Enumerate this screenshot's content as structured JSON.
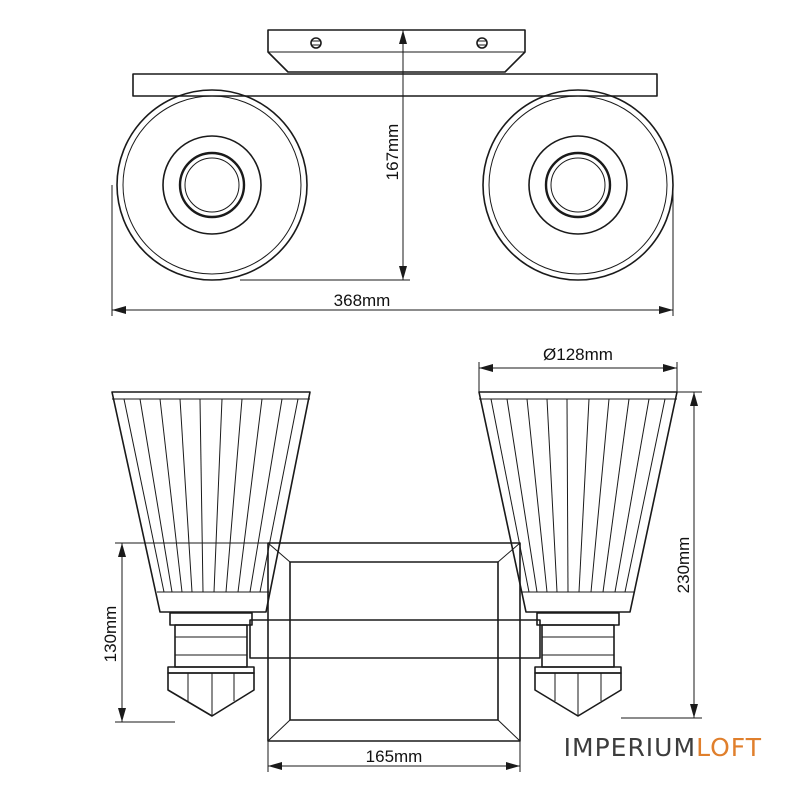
{
  "dimensions": {
    "top_height": "167mm",
    "top_width": "368mm",
    "shade_diameter": "Ø128mm",
    "total_height": "230mm",
    "plate_height": "130mm",
    "plate_width": "165mm"
  },
  "brand": {
    "part1": "IMPERIUM",
    "part2": "LOFT",
    "colors": {
      "part1": "#3d3d3d",
      "part2": "#e07f2c"
    }
  }
}
